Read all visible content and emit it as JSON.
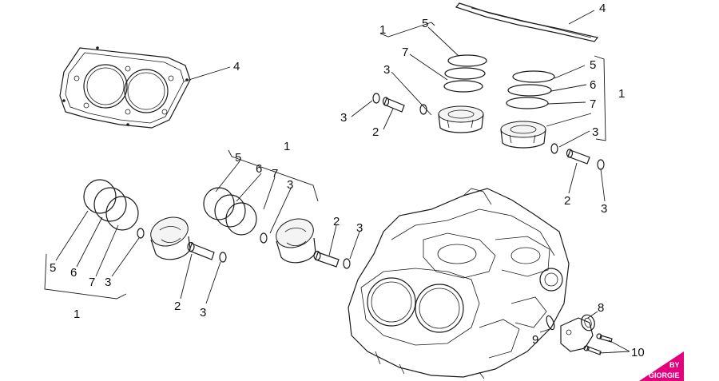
{
  "labels": {
    "a": "1",
    "b": "5",
    "c": "7",
    "d": "3",
    "e": "3",
    "f": "2",
    "g": "4",
    "h": "4",
    "i": "5",
    "j": "6",
    "k": "7",
    "l": "1",
    "m": "3",
    "n": "2",
    "o": "3",
    "p": "1",
    "q": "5",
    "r": "6",
    "s": "7",
    "t": "3",
    "u": "2",
    "v": "3",
    "w": "5",
    "x": "6",
    "y": "7",
    "z": "3",
    "aa": "1",
    "ab": "2",
    "ac": "3",
    "ad": "8",
    "ae": "9",
    "af": "10"
  },
  "logo": {
    "line1": "BY",
    "line2": "GIORGIE"
  },
  "colors": {
    "ink": "#1a1a1a",
    "logo": "#e4007c"
  }
}
